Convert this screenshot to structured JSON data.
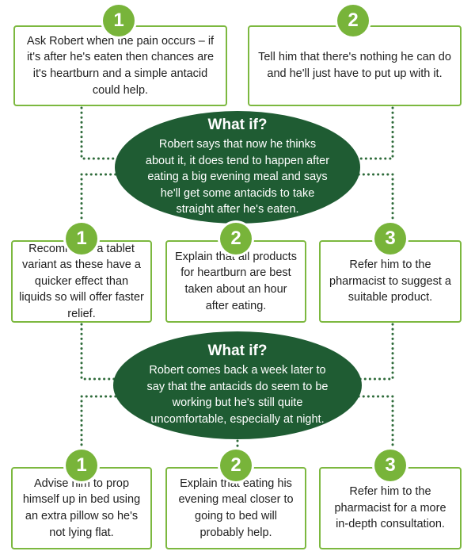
{
  "theme": {
    "green_accent": "#78b43a",
    "box_border": "#7cb83f",
    "ellipse_fill": "#1f5c33",
    "dots": "#2e6b3a"
  },
  "top": {
    "option1": {
      "number": "1",
      "text": "Ask Robert when the pain occurs – if it's after he's eaten then chances are it's heartburn and a simple antacid could help."
    },
    "option2": {
      "number": "2",
      "text": "Tell him that there's nothing he can do and he'll just have to put up with it."
    }
  },
  "whatif1": {
    "title": "What if?",
    "text": "Robert says that now he thinks about it, it does tend to happen after eating a big evening meal and says he'll get some antacids to take straight after he's eaten."
  },
  "middle": [
    {
      "number": "1",
      "text": "Recommend a tablet variant as these have a quicker effect than liquids so will offer faster relief."
    },
    {
      "number": "2",
      "text": "Explain that all products for heartburn are best taken about an hour after eating."
    },
    {
      "number": "3",
      "text": "Refer him to the pharmacist to suggest a suitable product."
    }
  ],
  "whatif2": {
    "title": "What if?",
    "text": "Robert comes back a week later to say that the antacids do seem to be working but he's still quite uncomfortable, especially at night."
  },
  "bottom": [
    {
      "number": "1",
      "text": "Advise him to prop himself up in bed using an extra pillow so he's not lying flat."
    },
    {
      "number": "2",
      "text": "Explain that eating his evening meal closer to going to bed will probably help."
    },
    {
      "number": "3",
      "text": "Refer him to the pharmacist for a more in-depth consultation."
    }
  ]
}
